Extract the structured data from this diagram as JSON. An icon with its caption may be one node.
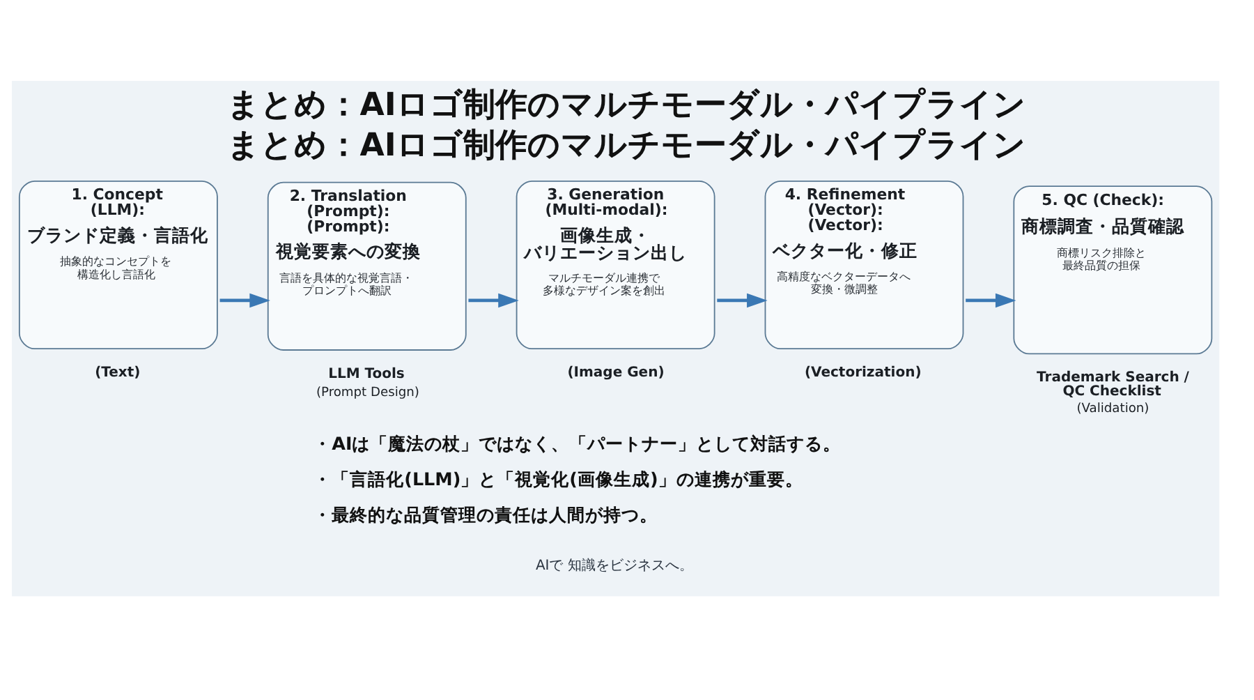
{
  "diagram": {
    "title": "まとめ：AIロゴ制作のマルチモーダル・パイプライン",
    "nodes": [
      {
        "text": [
          "1. Concept (LLM):",
          "ブランド定義・言語化",
          "抽象的なコンセプトを構造化し言語化"
        ],
        "beside": [
          "(Text)"
        ]
      },
      {
        "text": [
          "2. Translation (Prompt): (Prompt):",
          "視覚要素への変換",
          "言語を具体的な視覚言語・プロンプトへ翻訳"
        ],
        "beside": [
          "LLM Tools",
          "(Prompt Design)"
        ]
      },
      {
        "text": [
          "3. Generation (Multi-modal):",
          "画像生成・バリエーション出し",
          "マルチモーダル連携で多様なデザイン案を創出"
        ],
        "beside": [
          "(Image Gen)"
        ]
      },
      {
        "text": [
          "4. Refinement (Vector): (Vector):",
          "ベクター化・修正",
          "高精度なベクターデータへ変換・微調整"
        ],
        "beside": [
          "(Vectorization)"
        ]
      },
      {
        "text": [
          "5. QC (Check):",
          "商標調査・品質確認",
          "商標リスク排除と最終品質の担保"
        ],
        "beside": [
          "Trademark Search / QC Checklist",
          "(Validation)"
        ]
      }
    ],
    "edges": [
      {
        "from": 0,
        "to": 1,
        "arrow": "to"
      },
      {
        "from": 1,
        "to": 2,
        "arrow": "to"
      },
      {
        "from": 2,
        "to": 3,
        "arrow": "to"
      },
      {
        "from": 3,
        "to": 4,
        "arrow": "to"
      }
    ],
    "labels": [
      "まとめ：AIロゴ制作のマルチモーダル・パイプライン",
      "・AIは「魔法の杖」ではなく、「パートナー」として対話する。",
      "・「言語化(LLM)」と「視覚化(画像生成)」の連携が重要。",
      "・最終的な品質管理の責任は人間が持つ。",
      "AIで 知識をビジネスへ。"
    ]
  }
}
